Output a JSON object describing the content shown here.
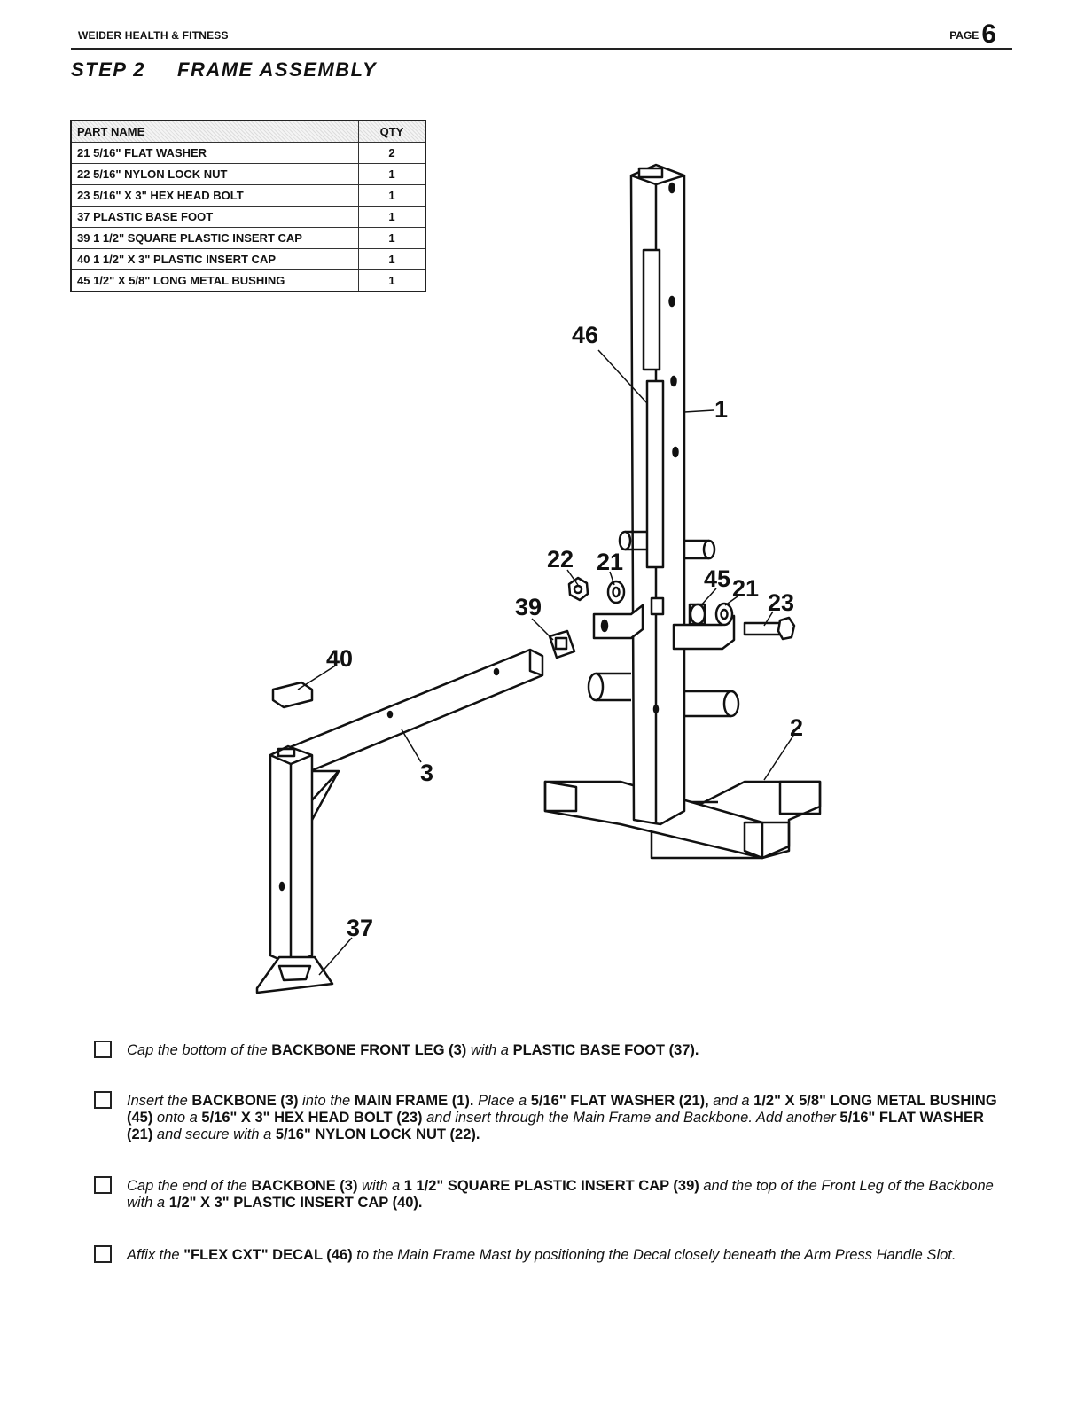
{
  "header": {
    "brand": "WEIDER HEALTH & FITNESS",
    "page_label": "PAGE",
    "page_number": "6"
  },
  "step": {
    "number": "STEP 2",
    "title": "FRAME ASSEMBLY"
  },
  "parts_table": {
    "headers": [
      "PART NAME",
      "QTY"
    ],
    "rows": [
      {
        "name": "21  5/16\" FLAT WASHER",
        "qty": "2"
      },
      {
        "name": "22  5/16\" NYLON LOCK NUT",
        "qty": "1"
      },
      {
        "name": "23  5/16\" X 3\" HEX HEAD BOLT",
        "qty": "1"
      },
      {
        "name": "37  PLASTIC BASE FOOT",
        "qty": "1"
      },
      {
        "name": "39  1 1/2\" SQUARE PLASTIC INSERT CAP",
        "qty": "1"
      },
      {
        "name": "40  1 1/2\" X 3\" PLASTIC INSERT CAP",
        "qty": "1"
      },
      {
        "name": "45  1/2\" X 5/8\" LONG METAL BUSHING",
        "qty": "1"
      }
    ]
  },
  "diagram": {
    "callouts": {
      "c46": "46",
      "c1": "1",
      "c22": "22",
      "c21a": "21",
      "c45": "45",
      "c21b": "21",
      "c23": "23",
      "c39": "39",
      "c40": "40",
      "c3": "3",
      "c2": "2",
      "c37": "37"
    }
  },
  "instructions": [
    {
      "segments": [
        {
          "t": "Cap the bottom of the ",
          "b": false
        },
        {
          "t": "BACKBONE FRONT LEG (3)",
          "b": true
        },
        {
          "t": " with a ",
          "b": false
        },
        {
          "t": "PLASTIC BASE FOOT (37).",
          "b": true
        }
      ]
    },
    {
      "segments": [
        {
          "t": "Insert the ",
          "b": false
        },
        {
          "t": "BACKBONE (3)",
          "b": true
        },
        {
          "t": " into the ",
          "b": false
        },
        {
          "t": "MAIN FRAME (1).",
          "b": true
        },
        {
          "t": "  Place a ",
          "b": false
        },
        {
          "t": "5/16\" FLAT WASHER (21),",
          "b": true
        },
        {
          "t": " and a ",
          "b": false
        },
        {
          "t": "1/2\" X 5/8\" LONG METAL BUSHING (45)",
          "b": true
        },
        {
          "t": " onto a ",
          "b": false
        },
        {
          "t": "5/16\" X 3\" HEX HEAD BOLT (23)",
          "b": true
        },
        {
          "t": " and insert through the Main Frame and Backbone.  Add another ",
          "b": false
        },
        {
          "t": "5/16\" FLAT WASHER (21)",
          "b": true
        },
        {
          "t": " and secure with a ",
          "b": false
        },
        {
          "t": "5/16\" NYLON LOCK NUT (22).",
          "b": true
        }
      ]
    },
    {
      "segments": [
        {
          "t": "Cap the end of the ",
          "b": false
        },
        {
          "t": "BACKBONE (3)",
          "b": true
        },
        {
          "t": " with a ",
          "b": false
        },
        {
          "t": "1 1/2\" SQUARE PLASTIC INSERT CAP (39)",
          "b": true
        },
        {
          "t": " and the top of the Front Leg of the Backbone with a ",
          "b": false
        },
        {
          "t": "1/2\" X 3\" PLASTIC INSERT CAP (40).",
          "b": true
        }
      ]
    },
    {
      "segments": [
        {
          "t": "Affix the ",
          "b": false
        },
        {
          "t": "\"FLEX CXT\" DECAL (46)",
          "b": true
        },
        {
          "t": " to the Main Frame Mast by positioning the Decal closely beneath the Arm Press Handle Slot.",
          "b": false
        }
      ]
    }
  ]
}
